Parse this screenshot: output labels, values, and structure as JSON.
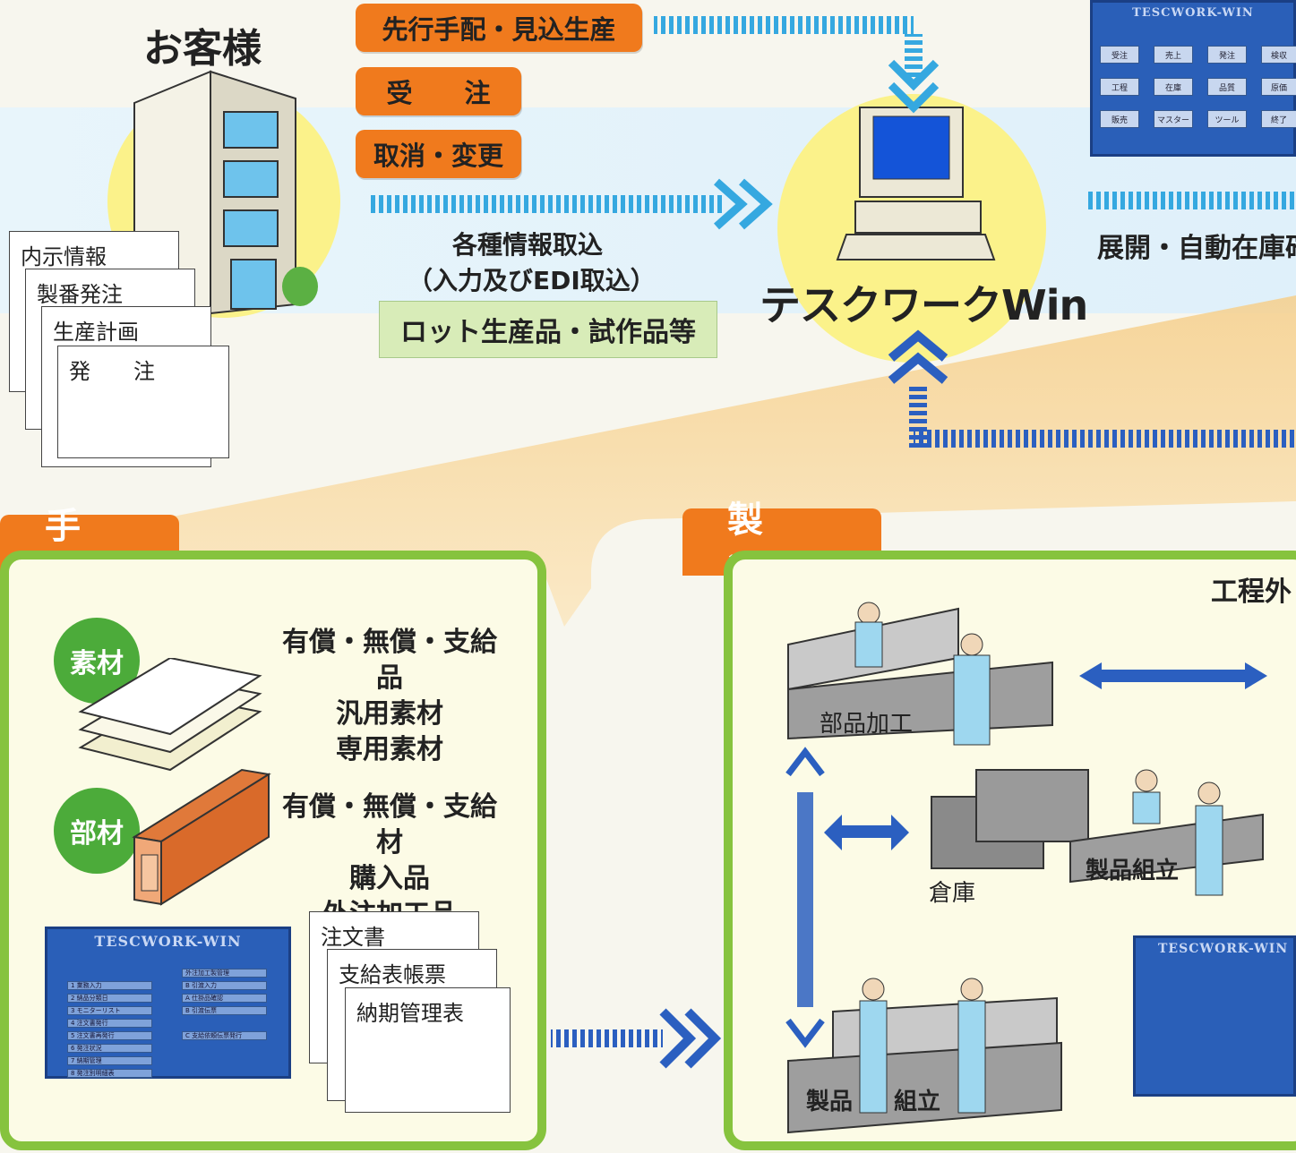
{
  "customer": {
    "title": "お客様",
    "docs": [
      "内示情報",
      "製番発注",
      "生産計画",
      "発　　注"
    ]
  },
  "order_tags": [
    "先行手配・見込生産",
    "受　　注",
    "取消・変更"
  ],
  "intake": {
    "line1": "各種情報取込",
    "line2": "（入力及びEDI取込）",
    "lot_label": "ロット生産品・試作品等"
  },
  "system": {
    "name": "テスクワークWin",
    "right_label": "展開・自動在庫確"
  },
  "screens": {
    "title": "TESCWORK-WIN",
    "main_buttons": [
      "受注",
      "売上",
      "発注",
      "検収",
      "工程",
      "在庫",
      "品質",
      "原価",
      "販売",
      "マスター",
      "ツール",
      "終了"
    ],
    "arrange_rows_left": [
      "1 業務入力",
      "2 納品分類日",
      "3 モニターリスト",
      "4 注文書発行",
      "5 注文書再発行",
      "6 発注状況",
      "7 納期管理",
      "8 発注別明細表"
    ],
    "arrange_rows_right": [
      "外注加工製管理",
      "B 引渡入力",
      "A 仕掛品確認",
      "B 引渡伝票",
      "C 支給依頼伝票発行"
    ]
  },
  "arrange": {
    "tab": "手配",
    "material_label": "素材",
    "material_items": [
      "有償・無償・支給品",
      "汎用素材",
      "専用素材"
    ],
    "part_label": "部材",
    "part_items": [
      "有償・無償・支給材",
      "購入品",
      "外注加工品"
    ],
    "forms": [
      "注文書",
      "支給表帳票",
      "納期管理表"
    ]
  },
  "manufacturing": {
    "tab": "製造",
    "outside_label": "工程外",
    "stations": [
      "部品加工",
      "倉庫",
      "製品組立",
      "製品",
      "組立"
    ]
  }
}
